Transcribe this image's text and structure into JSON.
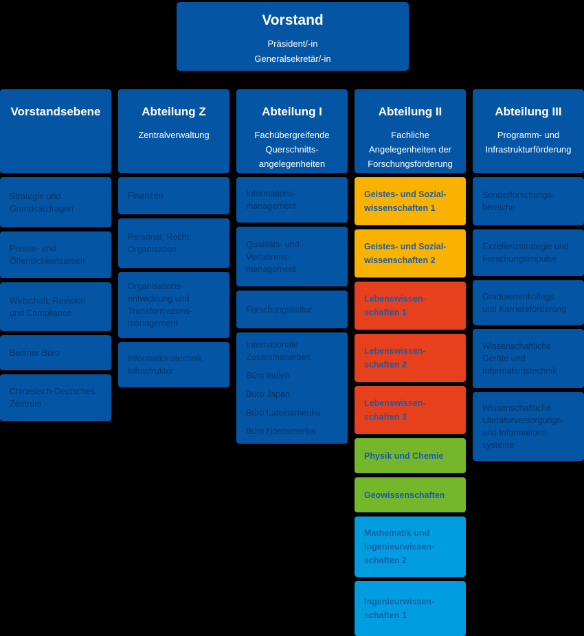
{
  "root": {
    "title": "Vorstand",
    "subtitle": "Präsident/-in\nGeneralsekretär/-in"
  },
  "colors": {
    "background": "#000000",
    "box_blue": "#0455A4",
    "box_blue_label_text": "#00366B",
    "header_text": "#FFFFFF",
    "yellow": "#F9B200",
    "red": "#E6401D",
    "green": "#75B72A",
    "cyan": "#009EE0",
    "colored_box_text": "#1D5CA8"
  },
  "columns": [
    {
      "header": {
        "title": "Vorstandsebene",
        "subtitle": ""
      },
      "boxes": [
        {
          "label": "Strategie und\nGrundsatzfragen"
        },
        {
          "label": "Presse- und\nÖffentlichkeitsarbeit"
        },
        {
          "label": "Wirtschaft, Revision\nund Compliance"
        },
        {
          "label": "Berliner Büro"
        },
        {
          "label": "Chinesisch-Deutsches\nZentrum"
        }
      ]
    },
    {
      "header": {
        "title": "Abteilung Z",
        "subtitle": "Zentralverwaltung"
      },
      "boxes": [
        {
          "label": "Finanzen"
        },
        {
          "label": "Personal, Recht,\nOrganisation"
        },
        {
          "label": "Organisations-\nentwicklung und\nTransformations-\nmanagement"
        },
        {
          "label": "Informationstechnik,\nInfrastruktur"
        }
      ]
    },
    {
      "header": {
        "title": "Abteilung I",
        "subtitle": "Fachübergreifende\nQuerschnitts-\nangelegenheiten"
      },
      "boxes": [
        {
          "label": "Informations-\nmanagement"
        },
        {
          "label": "Qualitäts- und\nVerfahrens-\nmanagement"
        },
        {
          "label": "Forschungskultur"
        },
        {
          "label": "Internationale\nZusammenarbeit",
          "sublabels": [
            "Büro Indien",
            "Büro Japan",
            "Büro Lateinamerika",
            "Büro Nordamerika"
          ]
        }
      ]
    },
    {
      "header": {
        "title": "Abteilung II",
        "subtitle": "Fachliche\nAngelegenheiten der\nForschungsförderung"
      },
      "boxes": [
        {
          "label": "Geistes- und Sozial-\nwissenschaften 1",
          "color": "yellow"
        },
        {
          "label": "Geistes- und Sozial-\nwissenschaften 2",
          "color": "yellow"
        },
        {
          "label": "Lebenswissen-\nschaften 1",
          "color": "red"
        },
        {
          "label": "Lebenswissen-\nschaften 2",
          "color": "red"
        },
        {
          "label": "Lebenswissen-\nschaften 3",
          "color": "red"
        },
        {
          "label": "Physik und Chemie",
          "color": "green"
        },
        {
          "label": "Geowissenschaften",
          "color": "green"
        },
        {
          "label": "Mathematik und\nIngenieurwissen-\nschaften 2",
          "color": "cyan"
        },
        {
          "label": "Ingenieurwissen-\nschaften 1",
          "color": "cyan"
        }
      ]
    },
    {
      "header": {
        "title": "Abteilung III",
        "subtitle": "Programm- und\nInfrastrukturförderung"
      },
      "boxes": [
        {
          "label": "Sonderforschungs-\nbereiche"
        },
        {
          "label": "Exzellenzstrategie und\nForschungsimpulse"
        },
        {
          "label": "Graduiertenkollegs\nund Karriereförderung"
        },
        {
          "label": "Wissenschaftliche\nGeräte und\nInformationstechnik"
        },
        {
          "label": "Wissenschaftliche\nLiteraturversorgungs-\nund Informations-\nsysteme"
        }
      ]
    }
  ]
}
